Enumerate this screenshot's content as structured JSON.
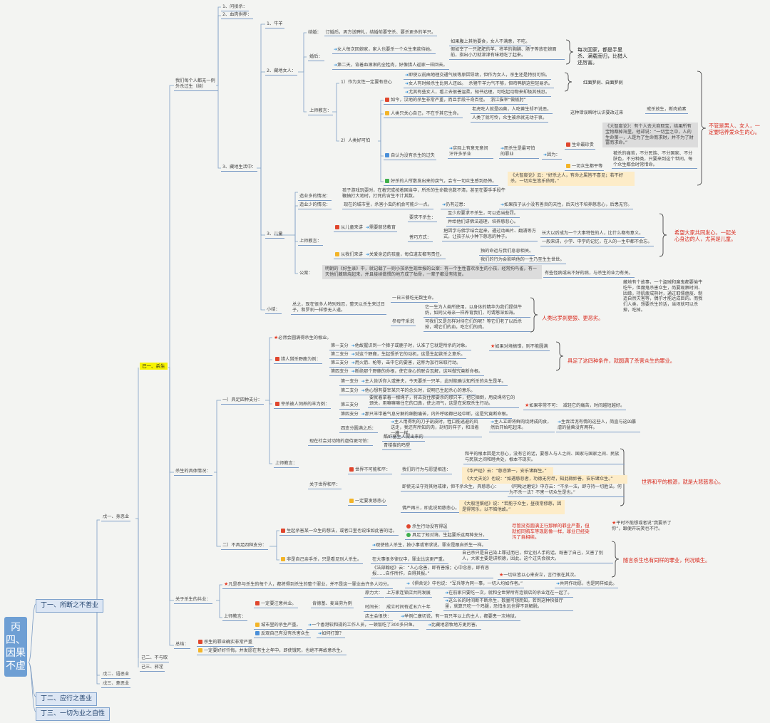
{
  "root": "丙四、因果不虚",
  "l1": {
    "a": "丁一、所断之不善业",
    "b": "丁二、应行之善业",
    "c": "丁三、一切为业之自性"
  },
  "l2": {
    "a": "戊一、身恶业",
    "b": "戊二、语恶业",
    "c": "戊三、意恶业"
  },
  "l3": {
    "a": "己一、杀生",
    "b": "己二、不与取",
    "c": "己三、邪淫"
  },
  "kill": {
    "h1": "我们每个人都无一例外杀过生（续）",
    "h2": "杀生的具体情况：",
    "h3": "关于杀生的共业：",
    "h4": "总结："
  },
  "sec1": {
    "a": "1、问接杀：",
    "b": "2、血肉供养：",
    "c": "1、牛羊",
    "d": "2、藏地女人：",
    "e": "3、藏地生活中：",
    "f": "3、儿童",
    "g": "小结："
  },
  "women": {
    "jh": "结婚：",
    "jh_t": "订婚后，男方送聘礼，结婚前要宰杀、要杀更多的羊只。",
    "hh": "婚后：",
    "hh1": "女人每次回娘家，家人也要杀一个众生来款待她。",
    "hh2a": "如果腹上其他要食，女人不满意，不吃。",
    "hh2b": "假如宰了一只肥肥的羊，将羊的胸脯、肠子等放在娘面前，指出小刀就津津有味地吃了起来。",
    "hh3": "第二天，背着血淋淋的全牲肉，好像猎人返家一样回去。",
    "r1": "每次回家，都是手里杀、满载而归，比猎人还厉害。",
    "sj": "上师教言：",
    "p1": "1）作为女性一定要有悲心",
    "p1a": "即使以前由地理交通气候等原因导致，但作为女人，杀生还是特别可怕。",
    "p1b": "女人有时候杀生比男人还凶。",
    "p1b2": "杀猪牛羊力气不够，但鸡鸭鹅这些轻易杀。",
    "p1c": "尤其有些女人，看上去很善温柔，知书达理，可吃起动物来却极其残忍。",
    "r2": "红面罗刹、白面罗刹",
    "p2": "2）人类好可怕",
    "p2a": "如今，汉地的杀生非常严重，而且手段千奇百怪。",
    "p2a2": "浙江猫宰“做板肘”",
    "p2b": "人类只关心自己，不在乎其它生命。",
    "p2b1": "老虎吃人就是凶兽，人吃兽生却不说恶。",
    "p2b2": "人类了就可怜，众生被杀就无动于衷。",
    "p2b3": "这种错误瞬时认识要改过来",
    "p2b4": "戒杀放生，断肉茹素",
    "p2c": "自认为没有杀生的过失",
    "p2c1": "实际上有意无意间汗许多杀业",
    "p2c2": "而杀生是最可怕的罪业",
    "p2c3": "因为：",
    "p2d1": "生命最珍贵",
    "p2d1t": "《大智度论》：有个人去大商取宝，结果所有宝物都掉海里，他却说：“一切宝之中，人的生命第一，人是为了生命而求财，并不为了财富而求命。”",
    "p2d2": "一切众生都平等",
    "p2d2t": "被杀的痛苦，不分民族、不分国家、不分肤色，不分种类，只要来到这个世间，每个众生都会时常惜命。",
    "p2e": "好杀的人所散发出来的戾气，会令一切众生感到恐怖。",
    "p2e2": "《大智度论》云：“好杀之人，有命之属皆不喜见；若不好杀，一切众生皆乐依附。”",
    "r3": "不管是男人、女人，一定要培养爱众生的心。"
  },
  "child": {
    "c0": "孩子游戏玩耍时，在着完成按着国当中，所杀的生命数也数不清，甚至在要手手段牛鞭抽打大地时，打死的含生不计其数。",
    "c1": "造业多的情况：",
    "c2": "造业少的情况：",
    "c2t": "现在的城市里，杀害小虫的机会可能少一点。",
    "c2t2": "仍有过患：",
    "c2t3": "如果孩子从小没有善良的天性，后天也不培养慈悲心，后患无穷。",
    "c3": "上师教言：",
    "c3a": "从儿童来讲",
    "c3a1": "需要慈悲教育",
    "c3a2": "要求不杀生：",
    "c3a2a": "至少应要求不杀生，可以造当些罚。",
    "c3a2b": "并给他们讲佛法道理，培养慈悲心。",
    "c3a3": "善巧方式：",
    "c3a3a": "把因学与佛学结合起来，通过动画片、翻涌等方式，让孩子从小种下慈悲的种子。",
    "c3a3b": "长大以后成为一个大事特性的人，比什么都有意义。",
    "c3a3c": "一般来讲，小学、中学的记忆，在人的一生中都不会忘。",
    "c3b": "从我们来讲",
    "c3b1": "关爱身边的孩童，每位道友都有责任。",
    "c3b2": "独的命运与我们息息相关。",
    "c3b3": "我们的行为会影响他的一生乃至生生世世。",
    "gy": "公案：",
    "gy_t": "明朝的《好生录》中，就记载了一则小孩杀生现世报的公案：有一个生性喜欢杀生的小孩，经常拘鸟雀，有一天他们藏暗烧起来，并且接续做惯的地方成了枯骨，一辈子都没有恢复。",
    "gy_r": "有些怪病或出不好的病，与杀生的业力有关。",
    "r4": "希望大家共同发心，一起关心身边的人，尤其是儿童。"
  },
  "summary": {
    "s1": "总之，现在很多人特别残忍，整天以杀生来过日子，和罗刹一样惨无人道。",
    "s2": "一日三餐吃无数生命。",
    "s3": "参母牛采说",
    "s3a": "它一生为人类所使用，以身体的精华为我们提供牛奶，如同父母亲一样养育我们，可谓恩深如海。",
    "s3b": "可我们又是怎样对待它们的呢？等它们老了以后杀掉，喝它们的血，吃它们的肉。",
    "s4": "藏地有个故事，一个盗贼和魔鬼都要偷牛吃牛，但魔鬼杀害众生，尚要观察时间、因缘，持肌疲成熟时，通过取懦瘟疫、制造自然灾害等，偶尔才能达成目的。而我们人类，想要杀生的话，当场就可以杀掉，吃掉。",
    "r5": "人类比罗刹更狠、更恶劣。"
  },
  "detail": {
    "t1": "一）具足四种支分：",
    "t1a": "必然会圆满得杀生的根业。",
    "t1b": "猎人猎杀野鹿为例：",
    "t1b1": "第一支分",
    "t1b1t": "他故握识到一个獐子或鹿子时，认准了它就是所杀的对象。",
    "t1b1r": "如果对境搞错，则不能圆满",
    "t1b2": "第二支分",
    "t1b2t": "对这个野鹿，生起想杀它的动机，这是生起欲杀之意乐。",
    "t1b3": "第三支分",
    "t1b3t": "用火箭、枪等，击中它的要害，这称为加行采取行动。",
    "t1b4": "第四支分",
    "t1b4t": "断绝那个野鹿的命根，使它身心的联合瓦解，这叫做究竟断命根。",
    "r6": "具足了这四种条件，就圆满了杀害众生的罪业。",
    "t1c": "宰杀被人饲养的羊为例：",
    "t1c1": "第一支分",
    "t1c1t": "主人告诉你人或善夫，今天要杀一只羊，此时能确认知所杀的众生是羊。",
    "t1c2": "第二支分",
    "t1c2t": "他心想有要宰某只羊的念头时，说明已生起杀心的意乐。",
    "t1c3": "第三支分",
    "t1c3t": "要就着拿着一根绳子，将去捉住那要杀的那只羊，把它捆倒，用皮绳将它的颈关，用嘛嘛嘛住它的口鼻，使之闭气，这是在采取杀生行动。",
    "t1c3r": "如果非常不可：",
    "t1c3r2": "减轻它的痛苦，时间越短越好。",
    "t1c4": "第四支分",
    "t1c4t": "那只羊带着气息分解的细胞痛苦，内外呼吸都已经中断，这是究竟断命根。",
    "t1c5": "四支分圆满之后：",
    "t1c5a": "主人用得利的刀子剖皮时，牲口能逃避的风送走，我还有所知的肉，剖切的样子，和活着一模一样。",
    "t1c5b": "主人立即将鲜肉烧烤成肉食，然后开始吃起来。",
    "t1c5c": "生吞活泥有情的这些人，简直与这凶暴虐的猛兽没有两样。",
    "t1d": "上师教言：",
    "t1d1": "现在社会对动物的虐待更可怕：",
    "t1d1a": "酷虾塞生人做出来的",
    "t1d1b": "青楼猫的鸣塑",
    "t1d2": "关于世界和平：",
    "t1d2a": "世界不可能和平：",
    "t1d2a1": "我们的行为与愿望相违：",
    "t1d2a2": "和平的根本因是大悲心，没有它的话，要想人与人之间、国家与国家之间、民族与民族之间和睦共处，根本不现实。",
    "t1d2a3": "《华严经》云：“慈悲第一，安乐诸群生。”",
    "t1d2a4": "《大丈夫论》也说：“如遇慈悲者，功德无穷尽，知此微妙善，安乐诸众生。”",
    "t1d2b": "一定要发慈悲心",
    "t1d2b1": "即使无法守持其他戒律，但不杀众生，具慈悲心：",
    "t1d2b1a": "《阿毗达磨论》中亦云：“不杀一法，即守持一切胜法。何为不杀一法？不害一切众生是也。”",
    "t1d2b2": "佛严再三，即此说明慈悲心。",
    "t1d2b2a": "《大般涅槃经》说：“若能于众生，昼夜常修慈，因是得常乐，以不恼他故。”",
    "r7": "世界和平的根源，就是大悲慈悲心。",
    "t2": "二）不具足四种支分：",
    "t2a": "生起杀害某一众生的想法，或者口里也说谁如此害的话。",
    "t2a1": "杀生行动没有得逞",
    "t2a2": "具足了知对境、生起要乐这两种支分。",
    "t2a3": "尽管没有圆满正行那样的罪业严重，但就如同贿车等现影像一样，罪业已经染污了自相续。",
    "t2a4": "平时不能想或者说“我要杀了你”，跟便开玩笑也不行。",
    "t2b": "非是自己亲手杀，只是看见别人杀生。",
    "t2b1": "观使他人杀生，按小事或审求说，罪业是跟自杀生一样。",
    "t2b2": "在大事很多律仪中，罪业比这更严重。",
    "t2b2a": "自己杀只是自己染上罪过而已，但让别人手的话，既害了自己，又害了别人，大家主要是讲积德，因此，这个过失会很大。",
    "t2b3": "《法部翰经》云：“人心念善，即有善报；心中念恶，即有恶报……自作所作，自得其报。”",
    "t2b3r": "一切业皆以心来安立，言行很在其次。",
    "r8": "随言杀生也有同样的罪业，何况嗔生。"
  },
  "gongye": {
    "g0": "凡是参与杀生的每个人，都将得到杀生的整个罪业，并不是这一罪业由许多人均分。",
    "g0b": "《俱舍论》中也说：“军兵等为同一事，一切人均如作者。”",
    "g0c": "共同作动愿，也是同样如此。",
    "g1": "上师教言：",
    "g1a": "一定要注意共业。",
    "g1a1": "肯德基、麦当劳为例",
    "g1a1a": "原力大：",
    "g1a1a1": "上万家连锁店共同发展",
    "g1a1a2": "在前家只要吃一次，就和全世界所有连锁店的杀业连在一起了。",
    "g1a1b": "时间长：",
    "g1a1b1": "成立时间有近五六十年",
    "g1a1b2": "这么长的时间断不断杀生，数量可想而知，若到这种快餐厅里，就算只吃一个鸡腿，恐怕永远也得不到解脱。",
    "g1a1c": "店主会很快：",
    "g1a1c1": "举例仁康切说，有一百只羊以上的主人，都要患一次地狱。",
    "g1b": "城市里的杀生严重。",
    "g1b1": "一个香港较和规的工作人员，一顿饭吃了300多只鱼。",
    "g1b2": "比藏地游牧地方更厉害。",
    "g1c": "反观自己有没有杀害众生",
    "g1c1": "如何打算？"
  },
  "zj": {
    "a": "杀生的罪业确实非常严重",
    "b": "一定要好好忏悔，并发愿在有生之年中，即使饿死，也绝不再故意杀生。"
  }
}
